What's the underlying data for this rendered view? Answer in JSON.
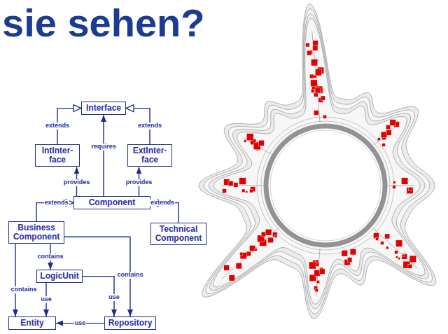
{
  "diagram": {
    "title": "sie sehen?",
    "nodes": [
      {
        "text": [
          "Interface"
        ]
      },
      {
        "text": [
          "IntInter- face"
        ]
      },
      {
        "text": [
          "ExtInter- face"
        ]
      },
      {
        "text": [
          "Component"
        ]
      },
      {
        "text": [
          "Business Component"
        ]
      },
      {
        "text": [
          "Technical Component"
        ]
      },
      {
        "text": [
          "LogicUnit"
        ]
      },
      {
        "text": [
          "Entity"
        ]
      },
      {
        "text": [
          "Repository"
        ]
      }
    ],
    "edges": [
      {
        "from": 1,
        "to": 0,
        "label": "extends",
        "arrow": "to"
      },
      {
        "from": 2,
        "to": 0,
        "label": "extends",
        "arrow": "to"
      },
      {
        "from": 3,
        "to": 0,
        "label": "requires",
        "arrow": "to"
      },
      {
        "from": 3,
        "to": 1,
        "label": "provides",
        "arrow": "to"
      },
      {
        "from": 3,
        "to": 2,
        "label": "provides",
        "arrow": "to"
      },
      {
        "from": 4,
        "to": 3,
        "label": "extends",
        "arrow": "to"
      },
      {
        "from": 5,
        "to": 3,
        "label": "extends",
        "arrow": "to"
      },
      {
        "from": 4,
        "to": 6,
        "label": "contains",
        "arrow": "to"
      },
      {
        "from": 4,
        "to": 7,
        "label": "contains",
        "arrow": "to"
      },
      {
        "from": 4,
        "to": 8,
        "label": "contains",
        "arrow": "to"
      },
      {
        "from": 6,
        "to": 7,
        "label": "use",
        "arrow": "to"
      },
      {
        "from": 6,
        "to": 8,
        "label": "use",
        "arrow": "to"
      },
      {
        "from": 8,
        "to": 7,
        "label": "use",
        "arrow": "to"
      }
    ]
  }
}
